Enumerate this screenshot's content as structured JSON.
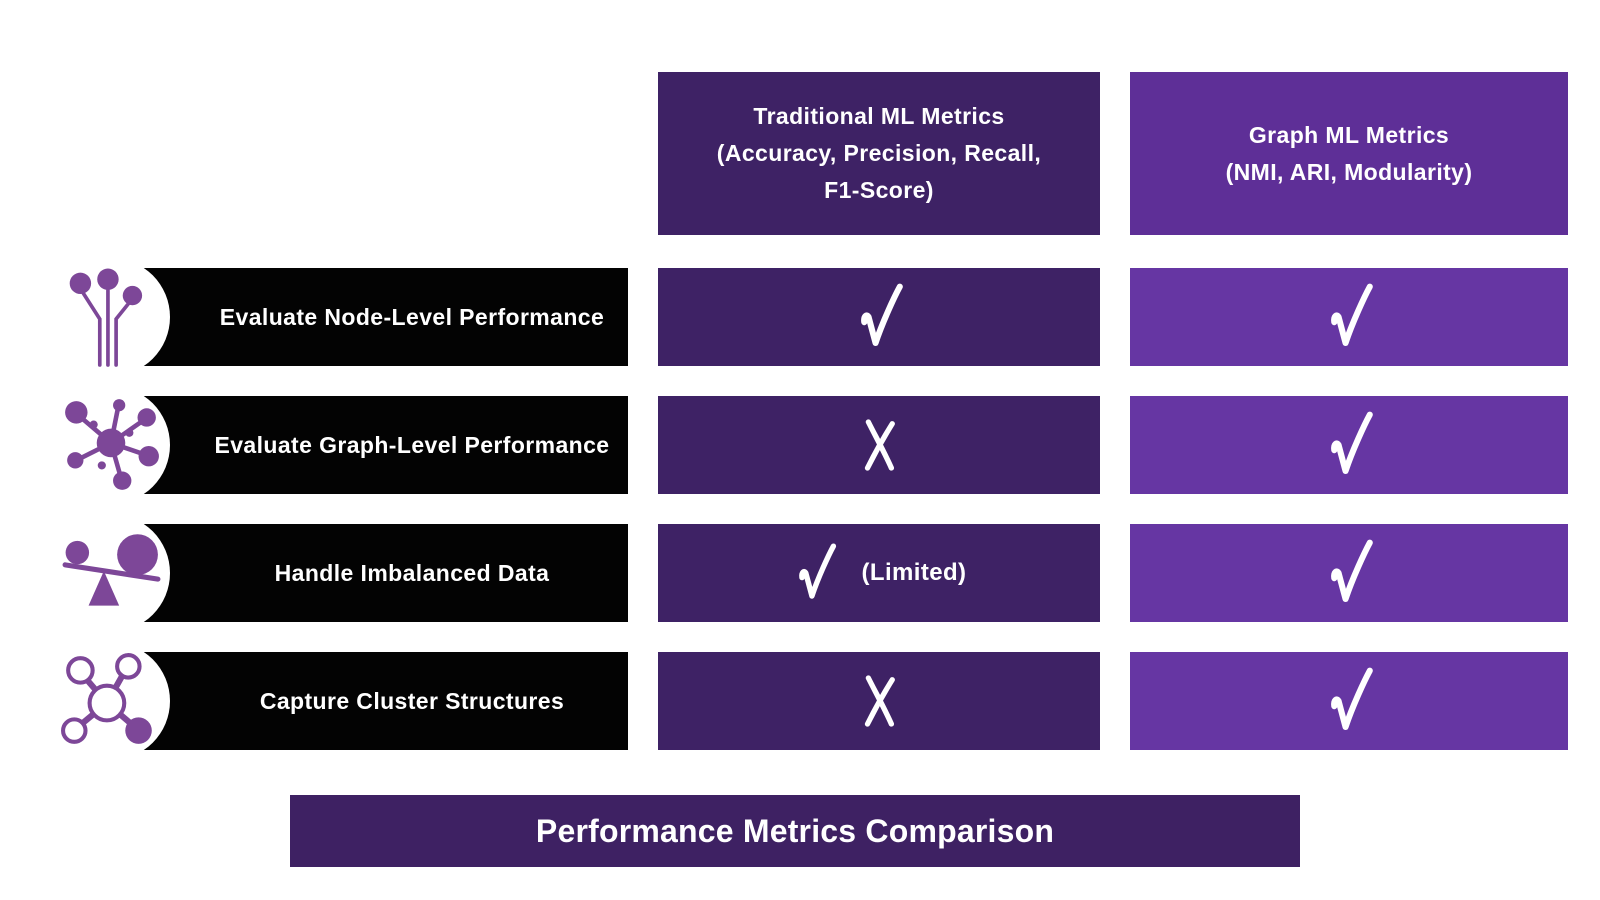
{
  "title": "Performance Metrics Comparison",
  "columns": [
    {
      "id": "traditional",
      "label": "Traditional ML Metrics\n(Accuracy, Precision, Recall,\nF1-Score)"
    },
    {
      "id": "graph",
      "label": "Graph ML Metrics\n(NMI, ARI, Modularity)"
    }
  ],
  "rows": [
    {
      "label": "Evaluate Node-Level Performance",
      "icon": "node-branch-icon",
      "traditional": {
        "mark": "check",
        "note": ""
      },
      "graph": {
        "mark": "check",
        "note": ""
      }
    },
    {
      "label": "Evaluate Graph-Level Performance",
      "icon": "network-hub-icon",
      "traditional": {
        "mark": "cross",
        "note": ""
      },
      "graph": {
        "mark": "check",
        "note": ""
      }
    },
    {
      "label": "Handle Imbalanced Data",
      "icon": "balance-scale-icon",
      "traditional": {
        "mark": "check",
        "note": "(Limited)"
      },
      "graph": {
        "mark": "check",
        "note": ""
      }
    },
    {
      "label": "Capture Cluster Structures",
      "icon": "cluster-nodes-icon",
      "traditional": {
        "mark": "cross",
        "note": ""
      },
      "graph": {
        "mark": "check",
        "note": ""
      }
    }
  ],
  "colors": {
    "dark_purple": "#3e2265",
    "mid_purple": "#5e2f97",
    "light_purple": "#6636a3",
    "row_black": "#030303",
    "icon_purple": "#7d4798",
    "footer_purple": "#3e2163",
    "text_white": "#ffffff"
  },
  "marks": {
    "check": "check",
    "cross": "cross"
  }
}
